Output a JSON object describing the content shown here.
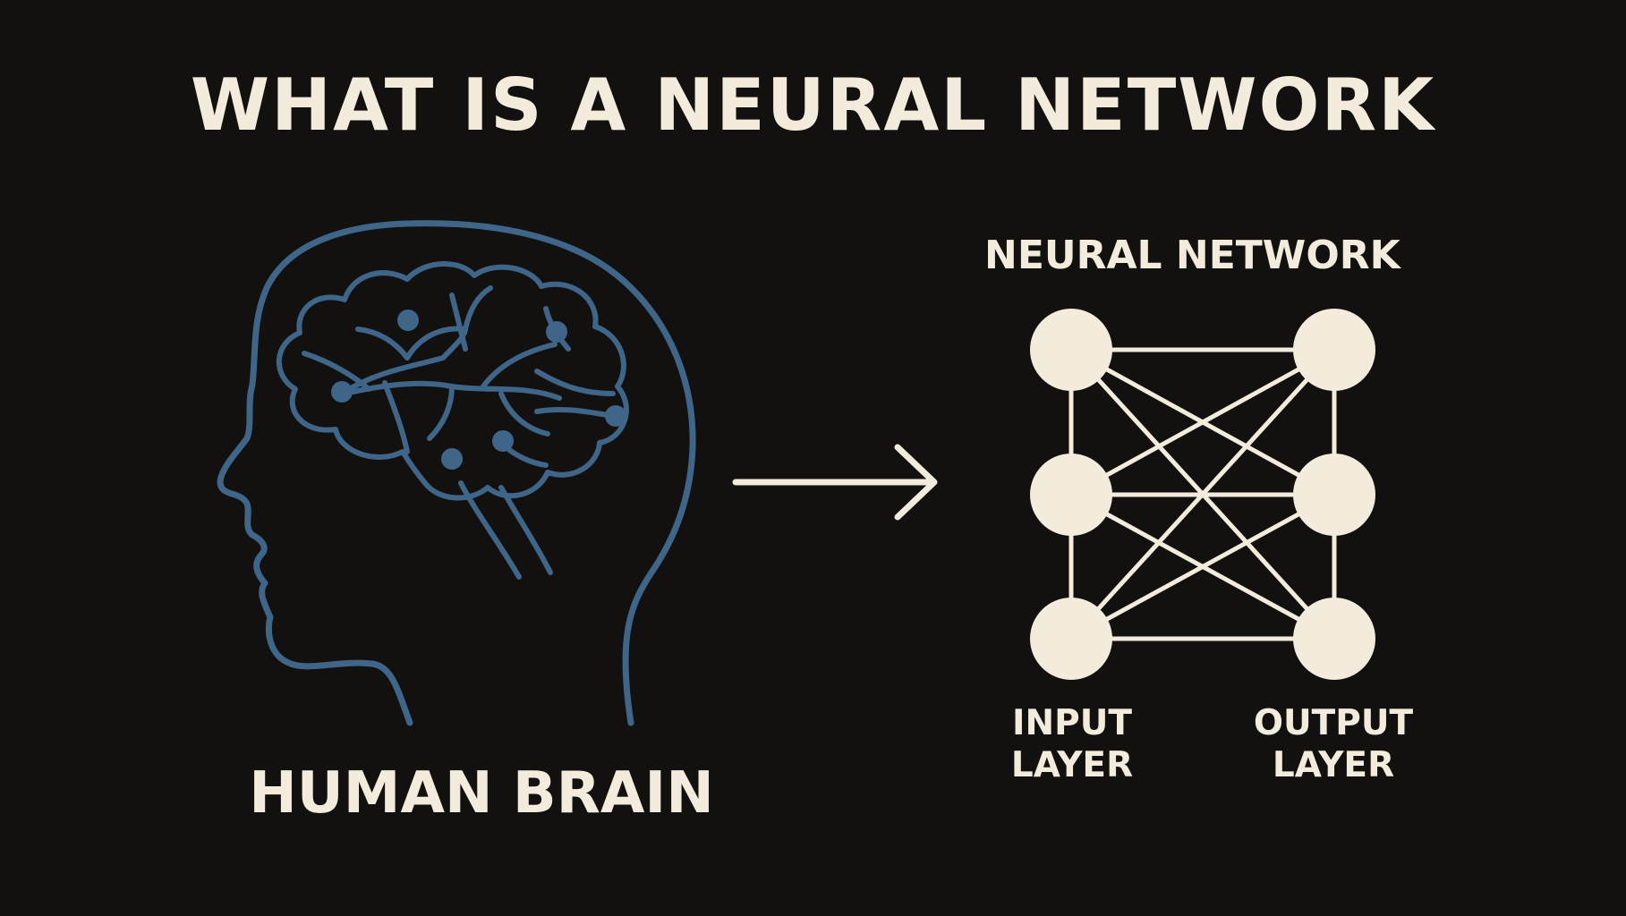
{
  "title": "WHAT IS A NEURAL NETWORK",
  "left": {
    "label": "HUMAN BRAIN"
  },
  "right": {
    "title": "NEURAL NETWORK",
    "input_layer": {
      "line1": "INPUT",
      "line2": "LAYER"
    },
    "output_layer": {
      "line1": "OUTPUT",
      "line2": "LAYER"
    }
  },
  "colors": {
    "background": "#121110",
    "text": "#f3ecdc",
    "brain_line": "#3f6588",
    "node": "#f3ecdc"
  },
  "icons": {
    "head": "head-profile-icon",
    "brain": "brain-icon",
    "arrow": "arrow-right-icon"
  }
}
